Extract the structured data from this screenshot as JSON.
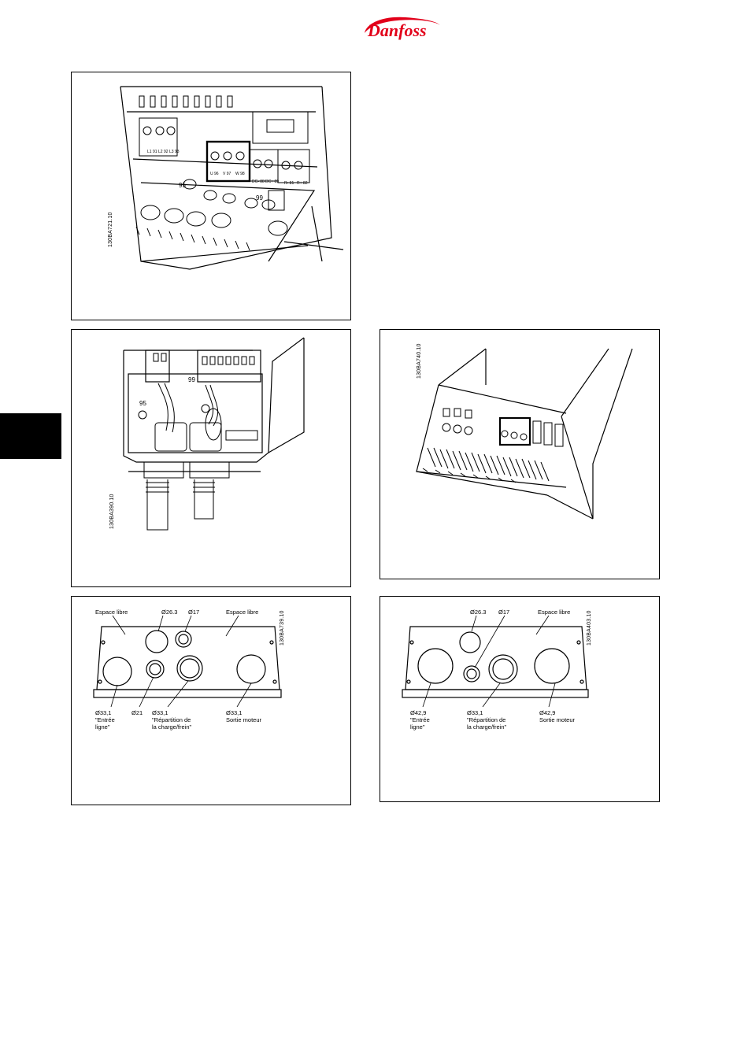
{
  "header": {
    "brand": "Danfoss",
    "brand_color": "#e2001a"
  },
  "figures": {
    "fig1": {
      "code": "130BA721.10",
      "terminals_left": [
        "L1 91",
        "L2 92",
        "L3 93"
      ],
      "terminals_mid": [
        "U 96",
        "V 97",
        "W 98"
      ],
      "terminals_right": [
        "DC- 88",
        "DC+ 89",
        "R- 81",
        "R+ 82"
      ],
      "ground_a": "95",
      "ground_b": "99"
    },
    "fig2": {
      "code": "130BA390.10",
      "ground_a": "95",
      "ground_b": "99"
    },
    "fig3": {
      "code": "130BA740.10"
    },
    "fig4": {
      "code": "130BA739.10",
      "top_labels": {
        "espace_libre_left": "Espace libre",
        "d263": "Ø26.3",
        "d17": "Ø17",
        "espace_libre_right": "Espace libre"
      },
      "bottom_labels": {
        "entree": "Ø33,1\n\"Entrée\nligne\"",
        "d21": "Ø21",
        "repartition": "Ø33,1\n\"Répartition de\nla charge/frein\"",
        "sortie": "Ø33,1\nSortie moteur"
      }
    },
    "fig5": {
      "code": "130BA403.10",
      "top_labels": {
        "d263": "Ø26.3",
        "d17": "Ø17",
        "espace_libre": "Espace libre"
      },
      "bottom_labels": {
        "entree": "Ø42,9\n\"Entrée\nligne\"",
        "repartition": "Ø33,1\n\"Répartition de\nla charge/frein\"",
        "sortie": "Ø42,9\nSortie moteur"
      }
    }
  }
}
